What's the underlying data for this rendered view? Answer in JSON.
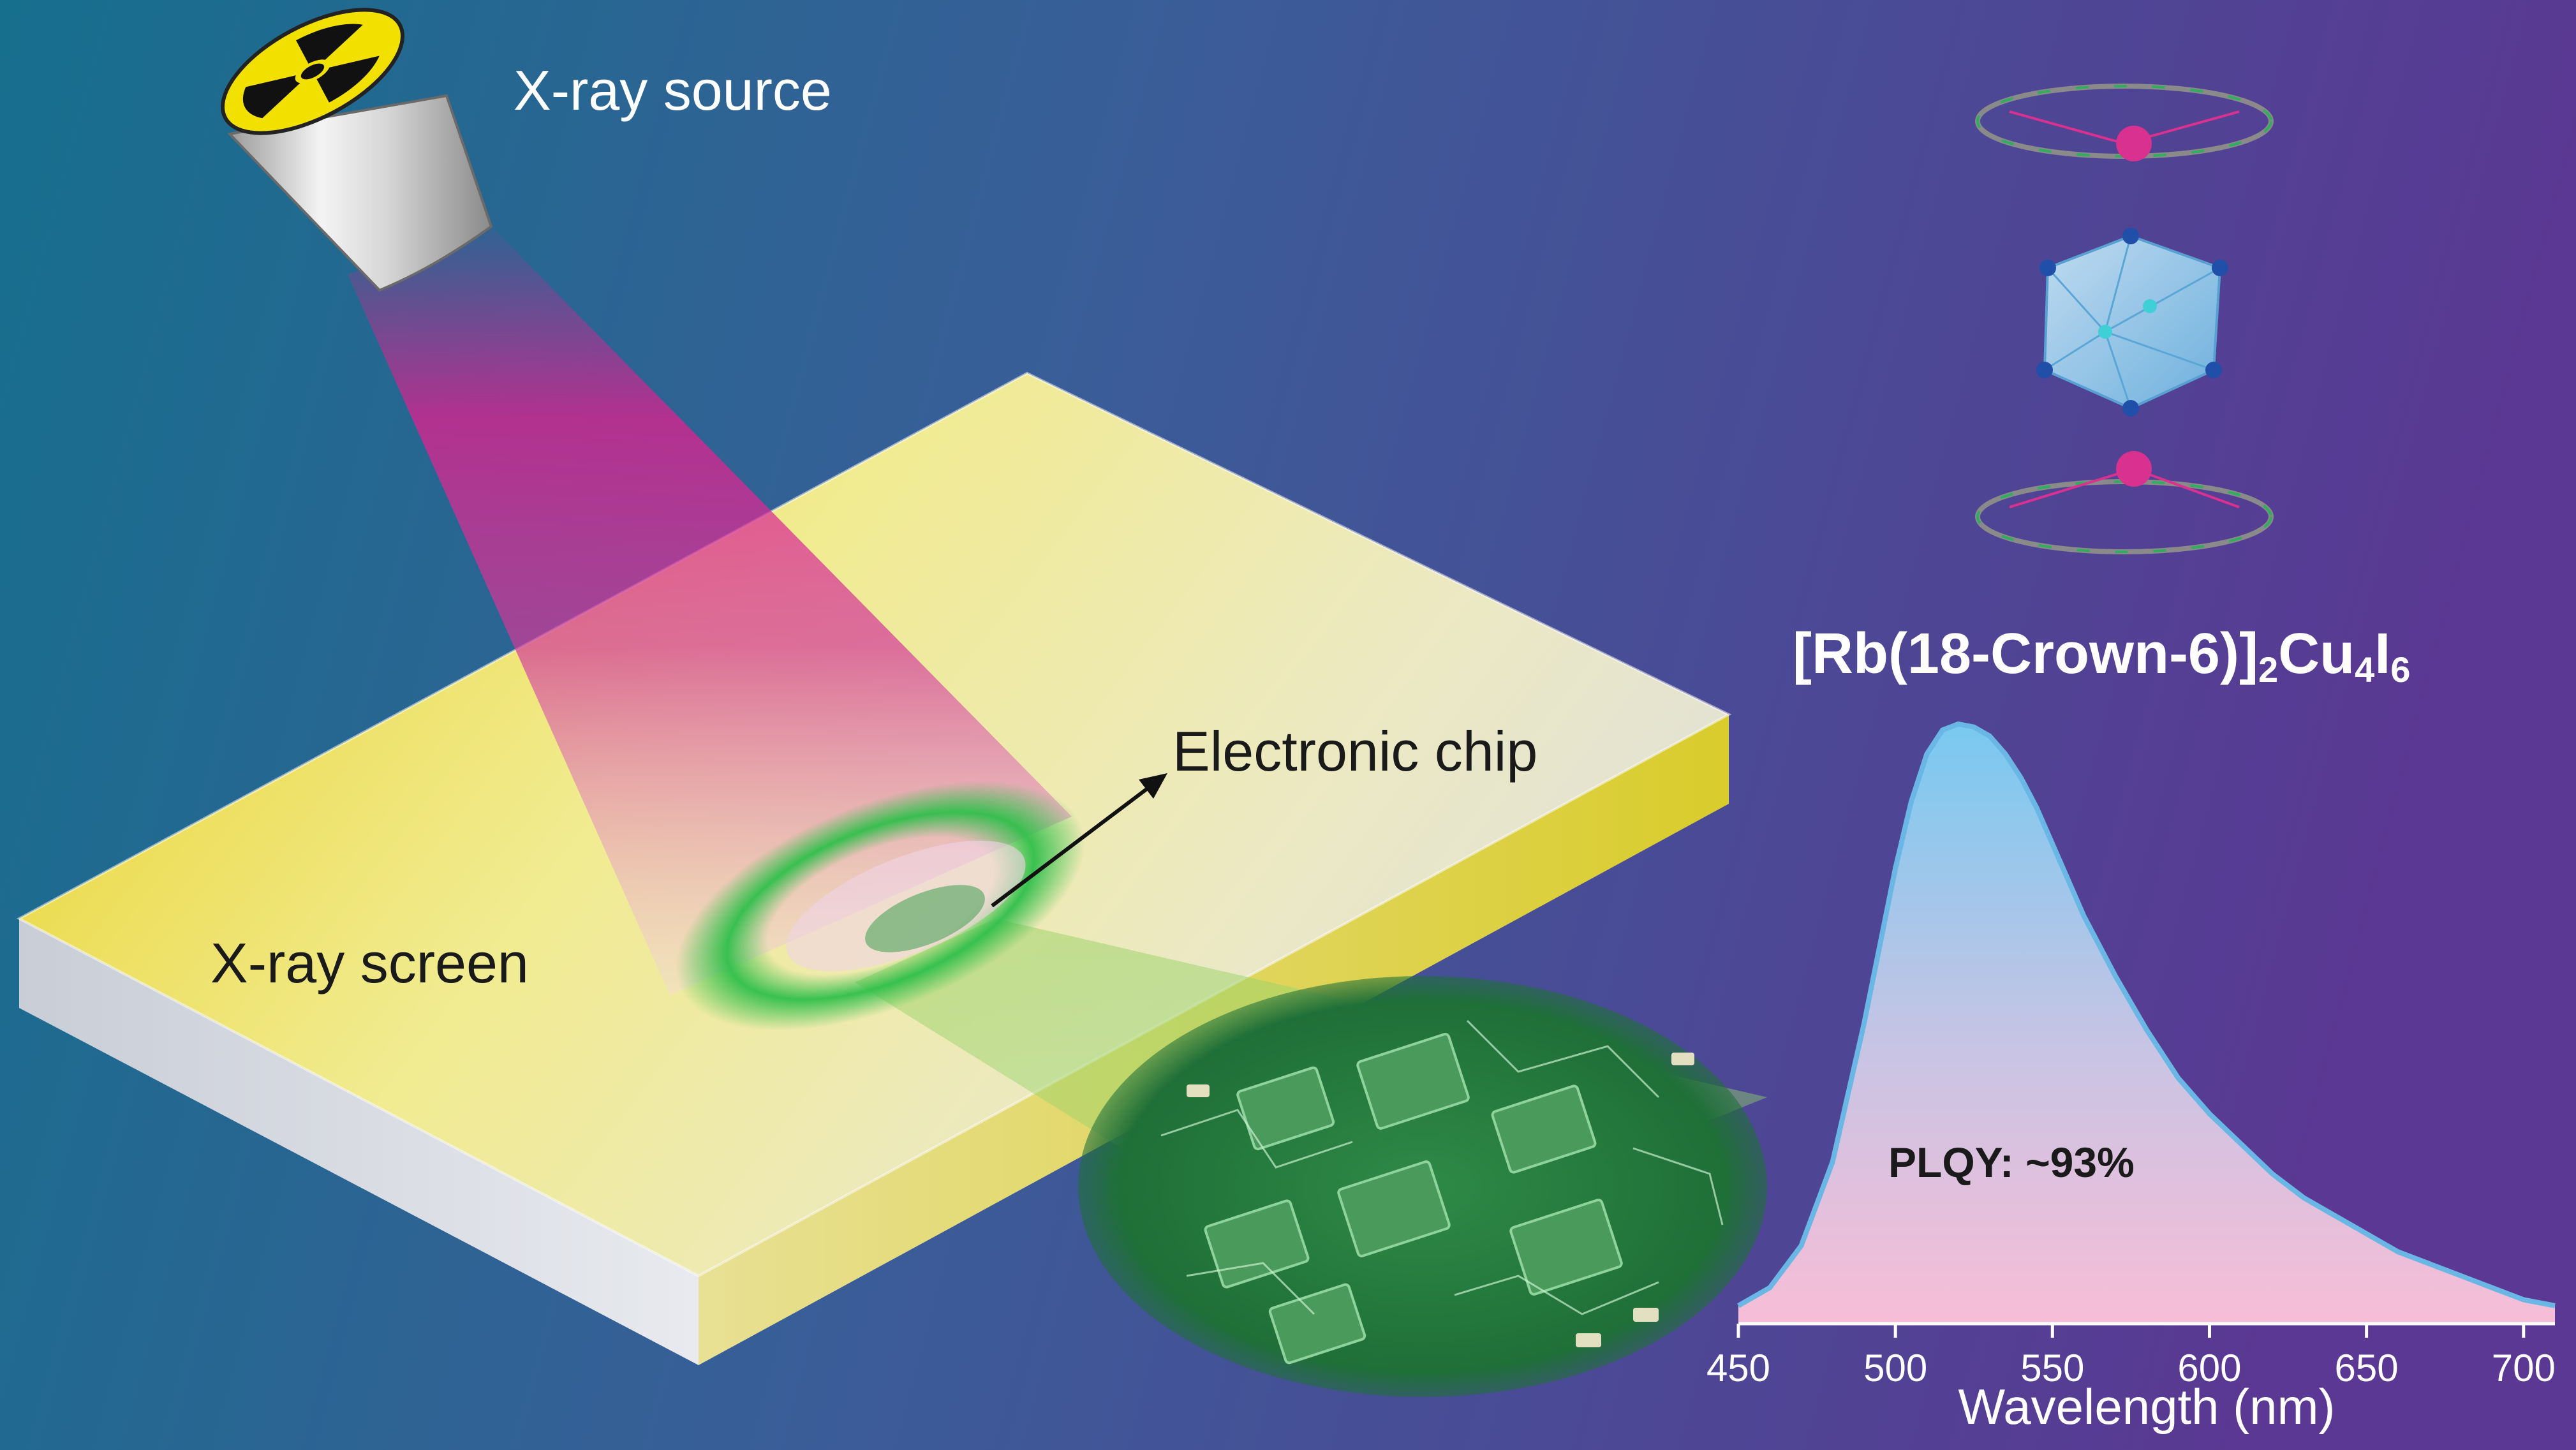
{
  "labels": {
    "xray_source": "X-ray source",
    "electronic_chip": "Electronic chip",
    "xray_screen": "X-ray screen",
    "compound_main": "[Rb(18-Crown-6)]",
    "compound_sub1": "2",
    "compound_mid": "Cu",
    "compound_sub2": "4",
    "compound_end": "I",
    "compound_sub3": "6",
    "plqy": "PLQY: ~93%"
  },
  "colors": {
    "bg_left": "#166f8d",
    "bg_right": "#5a3893",
    "beam": "#e0208f",
    "screen": "#efe480",
    "glow": "#2fbf4a",
    "spectrum_top": "#79c9f0",
    "spectrum_bottom": "#f7bdd6",
    "spectrum_line": "#6ab7e6"
  },
  "chart_data": {
    "type": "area",
    "xlabel": "Wavelength (nm)",
    "ylabel": "",
    "xlim": [
      450,
      710
    ],
    "ylim": [
      0,
      1
    ],
    "xticks": [
      450,
      500,
      550,
      600,
      650,
      700
    ],
    "annotation": "PLQY: ~93%",
    "x": [
      450,
      460,
      470,
      480,
      490,
      500,
      505,
      510,
      515,
      520,
      525,
      530,
      535,
      540,
      545,
      550,
      555,
      560,
      570,
      580,
      590,
      600,
      610,
      620,
      630,
      640,
      650,
      660,
      670,
      680,
      690,
      700,
      710
    ],
    "y": [
      0.03,
      0.06,
      0.13,
      0.27,
      0.5,
      0.76,
      0.87,
      0.95,
      0.99,
      1.0,
      0.995,
      0.98,
      0.95,
      0.91,
      0.86,
      0.8,
      0.74,
      0.68,
      0.58,
      0.49,
      0.41,
      0.35,
      0.3,
      0.25,
      0.21,
      0.18,
      0.15,
      0.12,
      0.1,
      0.08,
      0.06,
      0.04,
      0.03
    ]
  }
}
